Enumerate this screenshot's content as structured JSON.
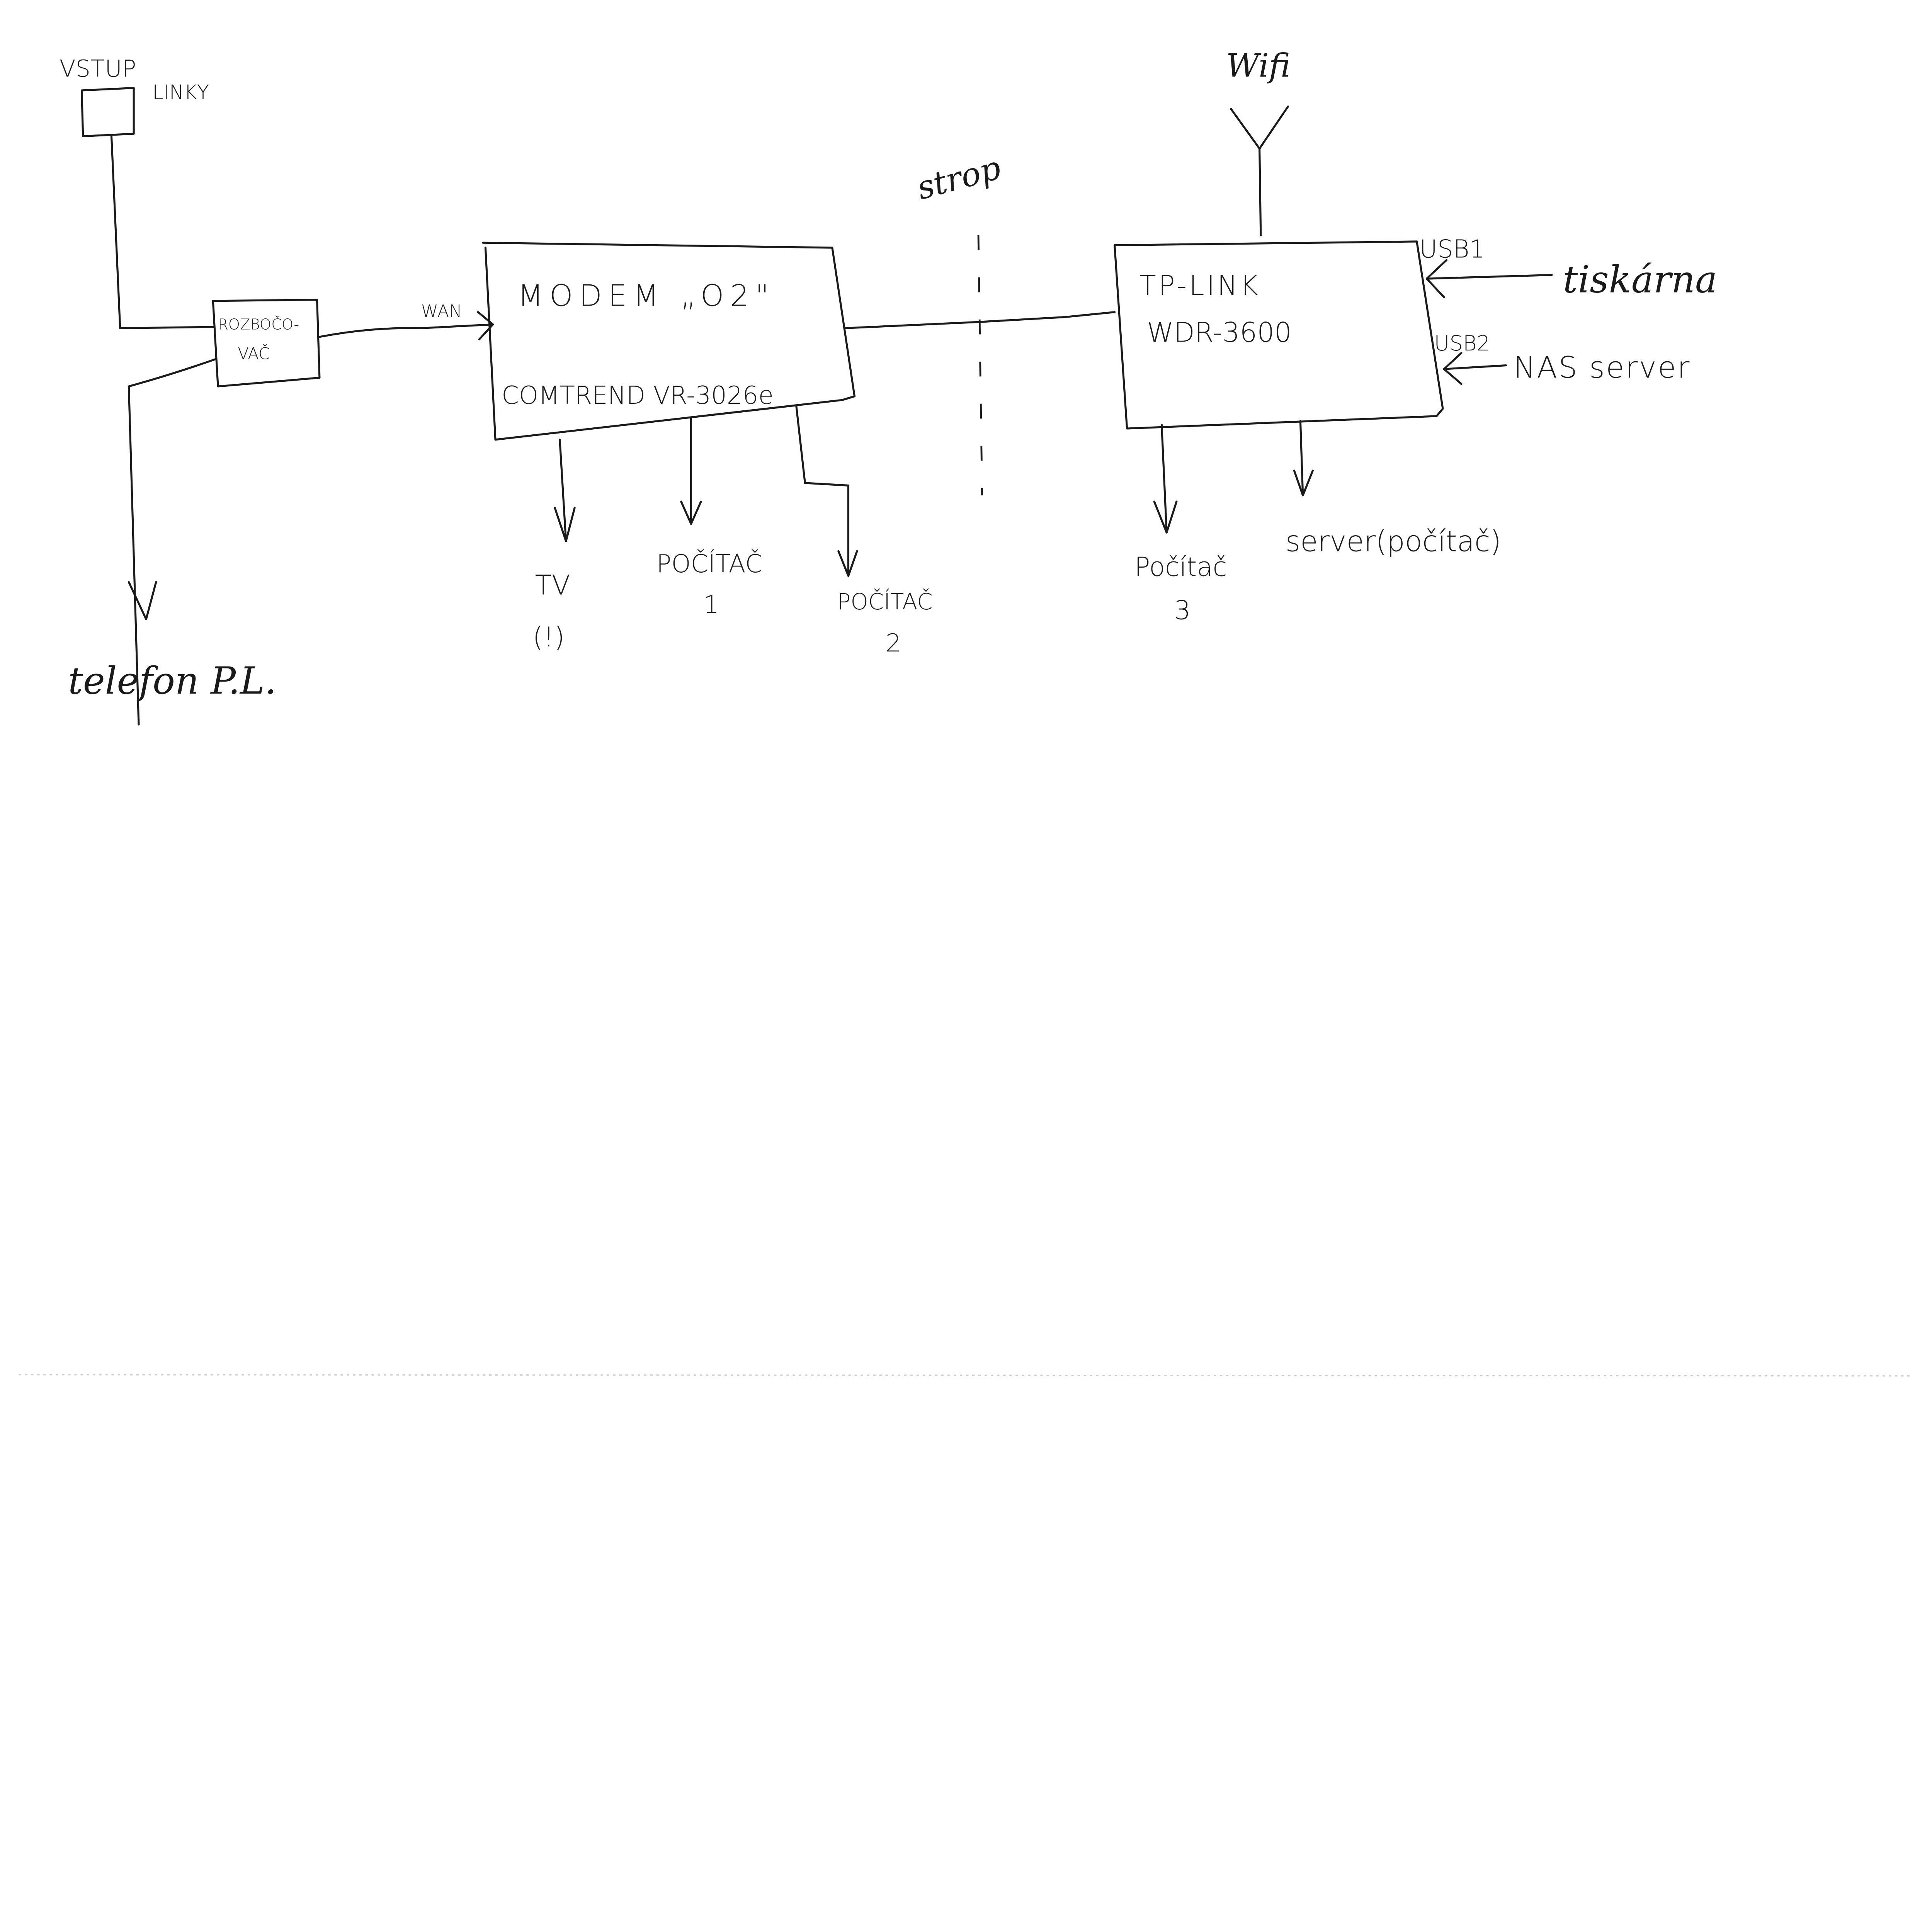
{
  "diagram": {
    "line_input": {
      "label_top": "VSTUP",
      "label_side": "LINKY"
    },
    "splitter": {
      "line1": "ROZBOČO-",
      "line2": "VAČ"
    },
    "phone": {
      "label": "telefon P.L."
    },
    "modem": {
      "port_label": "WAN",
      "title": "MODEM „O2\"",
      "model": "COMTREND VR-3026e",
      "outputs": [
        {
          "label": "TV",
          "sub": "(!)"
        },
        {
          "label": "POČÍTAČ",
          "sub": "1"
        },
        {
          "label": "POČÍTAČ",
          "sub": "2"
        }
      ]
    },
    "ceiling": {
      "label": "strop"
    },
    "router": {
      "title": "TP-LINK",
      "model": "WDR-3600",
      "antenna_label": "Wifi",
      "usb1": {
        "port": "USB1",
        "device": "tiskárna"
      },
      "usb2": {
        "port": "USB2",
        "device": "NAS server"
      },
      "outputs": [
        {
          "label": "Počítač",
          "sub": "3"
        },
        {
          "label": "server(počítač)"
        }
      ]
    }
  }
}
